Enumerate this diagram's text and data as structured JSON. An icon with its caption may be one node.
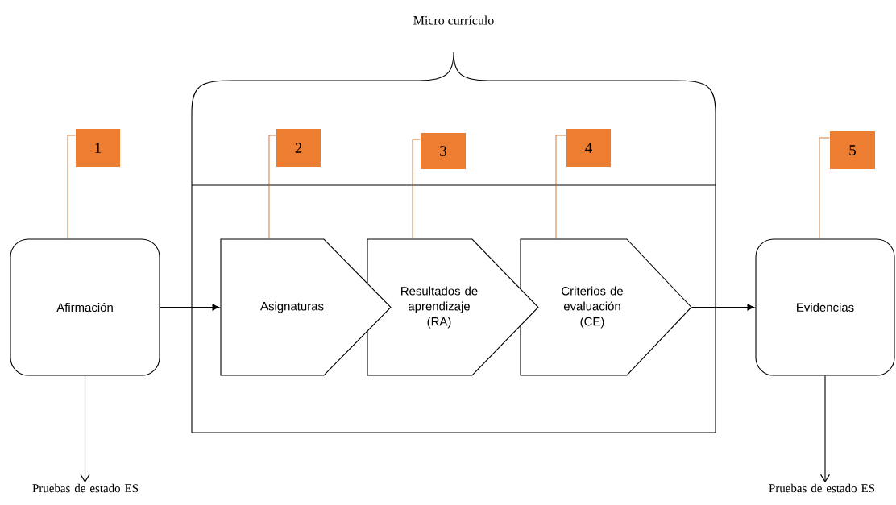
{
  "diagram": {
    "nodes": [
      {
        "text": [
          "Micro currículo"
        ]
      },
      {
        "text": [
          "Afirmación"
        ]
      },
      {
        "text": [
          "Asignaturas"
        ],
        "in": 0
      },
      {
        "text": [
          "Resultados de aprendizaje (RA)"
        ],
        "in": 0
      },
      {
        "text": [
          "Criterios de evaluación (CE)"
        ],
        "in": 0
      },
      {
        "text": [
          "Evidencias"
        ]
      },
      {
        "text": [
          "Pruebas de estado ES"
        ]
      },
      {
        "text": [
          "Pruebas de estado ES"
        ]
      },
      {
        "text": [
          "1"
        ]
      },
      {
        "text": [
          "2"
        ],
        "in": 0
      },
      {
        "text": [
          "3"
        ],
        "in": 0
      },
      {
        "text": [
          "4"
        ],
        "in": 0
      },
      {
        "text": [
          "5"
        ]
      }
    ],
    "edges": [
      {
        "from": 1,
        "to": 2,
        "arrow": "to",
        "color": "#000000"
      },
      {
        "from": 4,
        "to": 5,
        "arrow": "to",
        "color": "#000000"
      },
      {
        "from": 1,
        "to": 6,
        "arrow": "to",
        "color": "#000000"
      },
      {
        "from": 5,
        "to": 7,
        "arrow": "to",
        "color": "#000000"
      },
      {
        "from": 8,
        "to": 1,
        "arrow": "none",
        "color": "#c55a11"
      },
      {
        "from": 9,
        "to": 2,
        "arrow": "none",
        "color": "#c55a11"
      },
      {
        "from": 10,
        "to": 3,
        "arrow": "none",
        "color": "#c55a11"
      },
      {
        "from": 11,
        "to": 4,
        "arrow": "none",
        "color": "#c55a11"
      },
      {
        "from": 12,
        "to": 5,
        "arrow": "none",
        "color": "#c55a11"
      }
    ]
  }
}
